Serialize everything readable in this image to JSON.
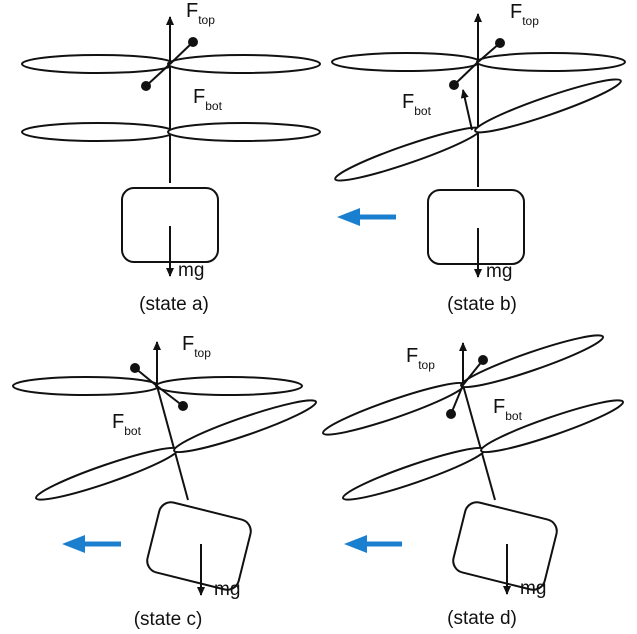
{
  "panels": [
    {
      "caption": "(state a)",
      "f_top": {
        "main": "F",
        "sub": "top"
      },
      "f_bot": {
        "main": "F",
        "sub": "bot"
      },
      "weight_label": "mg",
      "motion_arrow": false
    },
    {
      "caption": "(state b)",
      "f_top": {
        "main": "F",
        "sub": "top"
      },
      "f_bot": {
        "main": "F",
        "sub": "bot"
      },
      "weight_label": "mg",
      "motion_arrow": true
    },
    {
      "caption": "(state c)",
      "f_top": {
        "main": "F",
        "sub": "top"
      },
      "f_bot": {
        "main": "F",
        "sub": "bot"
      },
      "weight_label": "mg",
      "motion_arrow": true
    },
    {
      "caption": "(state d)",
      "f_top": {
        "main": "F",
        "sub": "top"
      },
      "f_bot": {
        "main": "F",
        "sub": "bot"
      },
      "weight_label": "mg",
      "motion_arrow": true
    }
  ],
  "colors": {
    "ink": "#111111",
    "motion_arrow": "#1b7fcf"
  },
  "icons": {
    "motion_arrow": "left-arrow-icon",
    "force_arrow": "up-arrow-icon"
  }
}
